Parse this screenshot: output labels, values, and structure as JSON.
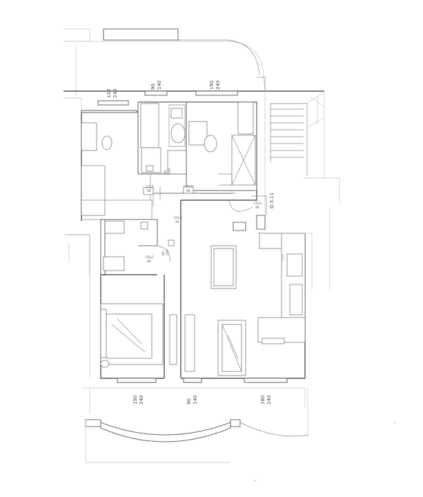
{
  "window_labels": [
    {
      "id": "w-bedroom-left-top",
      "width": "120",
      "height": "240"
    },
    {
      "id": "w-bath-top",
      "width": "90",
      "height": "140"
    },
    {
      "id": "w-bedroom-right-top",
      "width": "150",
      "height": "240"
    },
    {
      "id": "w-bedroom-bottom",
      "width": "150",
      "height": "240"
    },
    {
      "id": "w-living-bottom-mid",
      "width": "90",
      "height": "140"
    },
    {
      "id": "w-living-bottom-right",
      "width": "180",
      "height": "240"
    }
  ],
  "door_labels": [
    {
      "id": "d-bath-left",
      "width": "80",
      "height": "210"
    },
    {
      "id": "d-storage",
      "width": "80",
      "height": "210"
    }
  ],
  "cell_labels": {
    "cell": "CELC",
    "value": "90"
  },
  "entrance_label": "D.3.11"
}
